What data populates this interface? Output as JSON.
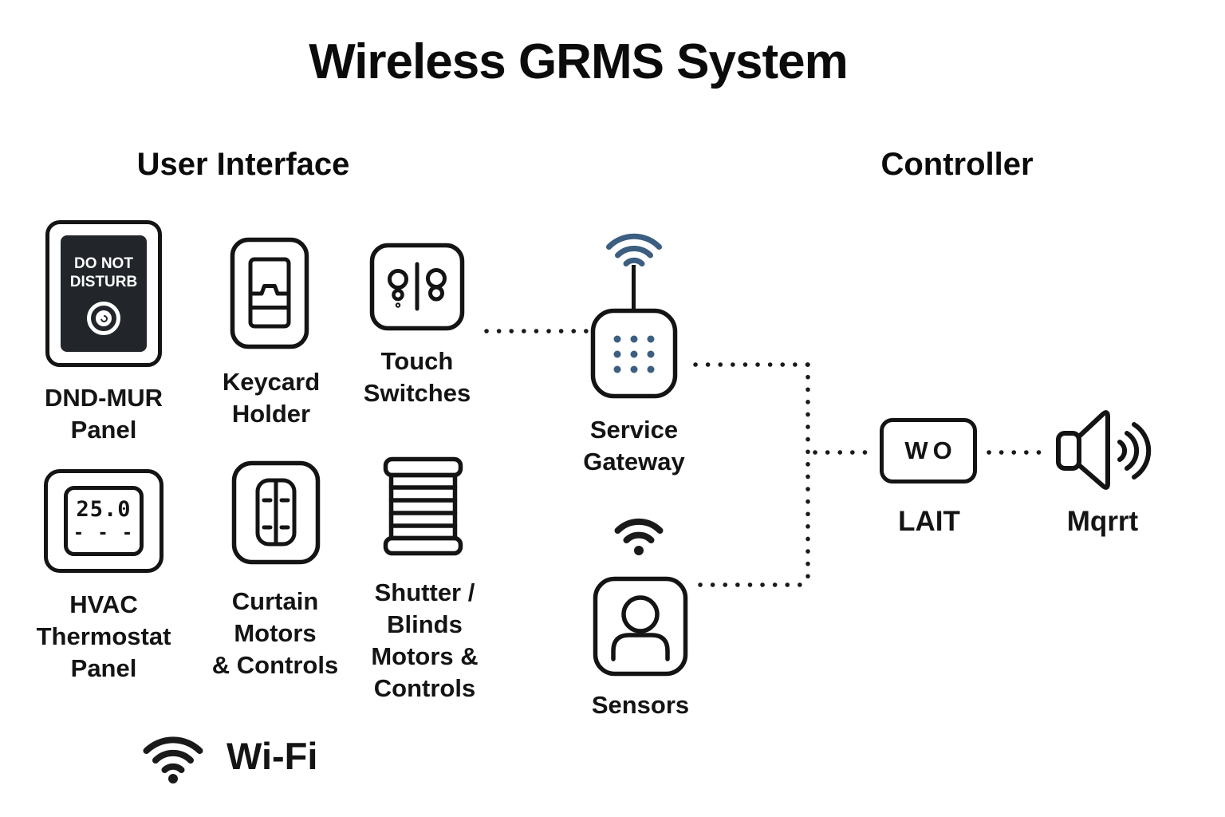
{
  "title": "Wireless GRMS System",
  "sections": {
    "user_interface": "User Interface",
    "controller": "Controller"
  },
  "colors": {
    "accent_blue": "#3c5e80",
    "stroke": "#141414"
  },
  "devices": {
    "dnd": {
      "sign": [
        "DO NOT",
        "DISTURB"
      ],
      "label": [
        "DND-MUR",
        "Panel"
      ]
    },
    "keycard": {
      "label": [
        "Keycard",
        "Holder"
      ]
    },
    "touch": {
      "label": [
        "Touch",
        "Switches"
      ]
    },
    "hvac": {
      "display": "25.0",
      "display_dashes": "- - -",
      "label": [
        "HVAC",
        "Thermostat",
        "Panel"
      ]
    },
    "curtain": {
      "label": [
        "Curtain",
        "Motors",
        "& Controls"
      ]
    },
    "shutter": {
      "label": [
        "Shutter /",
        "Blinds",
        "Motors &",
        "Controls"
      ]
    },
    "gateway": {
      "label": [
        "Service",
        "Gateway"
      ]
    },
    "sensors": {
      "label": "Sensors"
    },
    "lait": {
      "box_text": "WO",
      "label": "LAIT"
    },
    "mqtt": {
      "label": "Mqrrt"
    },
    "wifi": {
      "label": "Wi-Fi"
    }
  }
}
